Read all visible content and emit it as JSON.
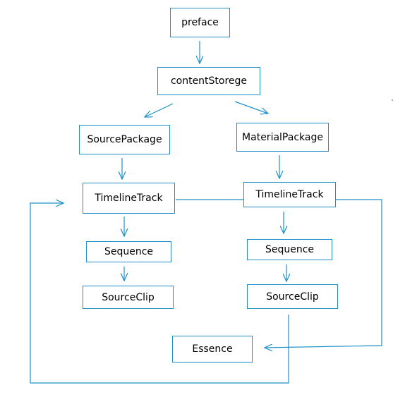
{
  "diagram": {
    "nodes": {
      "preface": "preface",
      "content_storage": "contentStorege",
      "source_package": "SourcePackage",
      "material_package": "MaterialPackage",
      "timeline_track_left": "TimelineTrack",
      "timeline_track_right": "TimelineTrack",
      "sequence_left": "Sequence",
      "sequence_right": "Sequence",
      "source_clip_left": "SourceClip",
      "source_clip_right": "SourceClip",
      "essence": "Essence"
    },
    "line_color": "#1e90c8"
  }
}
